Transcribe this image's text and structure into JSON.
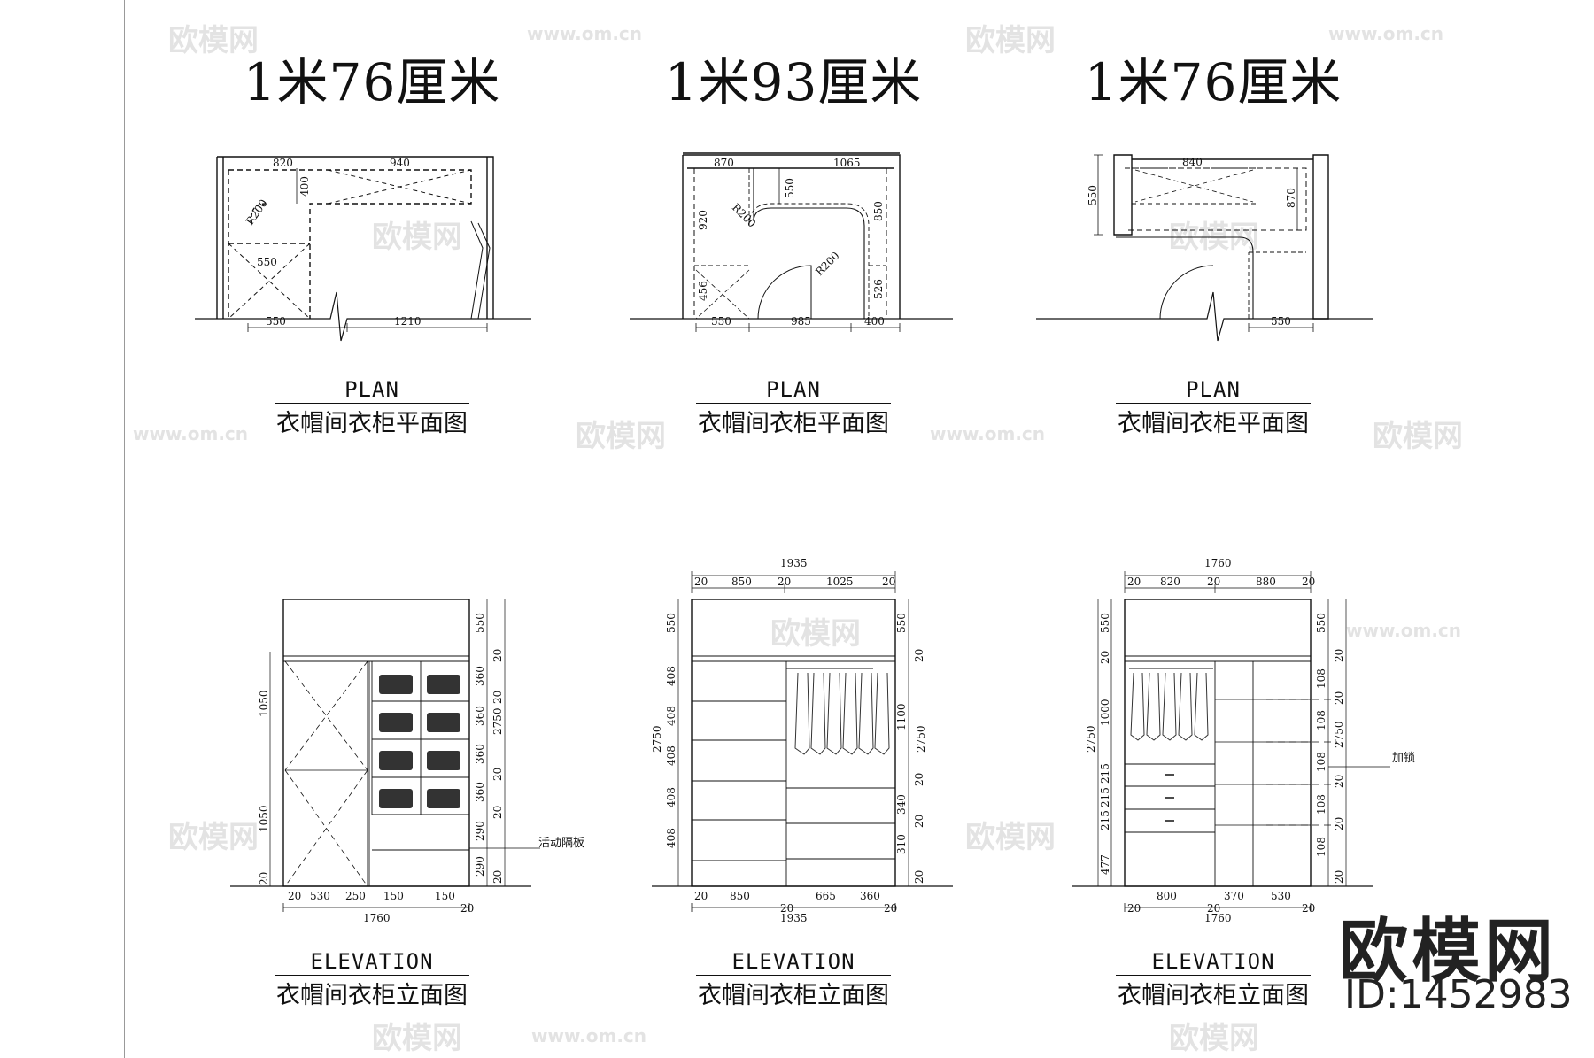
{
  "watermarks": {
    "brand": "欧模网",
    "url": "www.om.cn"
  },
  "brand_badge": {
    "name": "欧模网",
    "id_label": "ID:1452983"
  },
  "columns": [
    {
      "size_title": "1米76厘米",
      "plan_caption_en": "PLAN",
      "plan_caption_zh": "衣帽间衣柜平面图",
      "elevation_caption_en": "ELEVATION",
      "elevation_caption_zh": "衣帽间衣柜立面图",
      "plan_dims": {
        "top_left": "820",
        "top_right": "940",
        "depth": "400",
        "radius": "R200",
        "mid": "550",
        "bottom_left": "550",
        "bottom_right": "1210"
      },
      "elev_dims": {
        "bottom": [
          "20",
          "530",
          "250",
          "150",
          "150",
          "20"
        ],
        "total": "1760",
        "left": [
          "1050",
          "1050",
          "20"
        ],
        "right": [
          "550",
          "360",
          "360",
          "360",
          "360",
          "290",
          "290"
        ],
        "right_outer": [
          "20",
          "20",
          "20",
          "20",
          "20"
        ],
        "height": "2750",
        "note": "活动隔板"
      }
    },
    {
      "size_title": "1米93厘米",
      "plan_caption_en": "PLAN",
      "plan_caption_zh": "衣帽间衣柜平面图",
      "elevation_caption_en": "ELEVATION",
      "elevation_caption_zh": "衣帽间衣柜立面图",
      "plan_dims": {
        "top_left": "870",
        "top_right": "1065",
        "depth": "550",
        "left_depth": "920",
        "radius_l": "R200",
        "radius_r": "R200",
        "right_depth": "850",
        "left_low": "456",
        "right_low": "526",
        "bottom_left": "550",
        "bottom_mid": "985",
        "bottom_right": "400"
      },
      "elev_dims": {
        "top_total": "1935",
        "top": [
          "20",
          "850",
          "20",
          "1025",
          "20"
        ],
        "bottom": [
          "20",
          "850",
          "20",
          "665",
          "360",
          "20"
        ],
        "total": "1935",
        "left": [
          "550",
          "408",
          "408",
          "408",
          "408",
          "408"
        ],
        "left_height": "2750",
        "right": [
          "550",
          "1100",
          "340",
          "310"
        ],
        "right_outer": [
          "20",
          "20",
          "20",
          "20"
        ],
        "height": "2750"
      }
    },
    {
      "size_title": "1米76厘米",
      "plan_caption_en": "PLAN",
      "plan_caption_zh": "衣帽间衣柜平面图",
      "elevation_caption_en": "ELEVATION",
      "elevation_caption_zh": "衣帽间衣柜立面图",
      "plan_dims": {
        "top": "840",
        "left_depth": "550",
        "right_depth": "870",
        "bottom_right": "550"
      },
      "elev_dims": {
        "top_total": "1760",
        "top": [
          "20",
          "820",
          "20",
          "880",
          "20"
        ],
        "bottom": [
          "20",
          "800",
          "20",
          "370",
          "530",
          "20"
        ],
        "total": "1760",
        "left": [
          "550",
          "20",
          "1000",
          "215",
          "215",
          "215",
          "477"
        ],
        "left_height": "2750",
        "right": [
          "550",
          "108",
          "108",
          "108",
          "108",
          "108"
        ],
        "right_outer": [
          "20",
          "20",
          "20",
          "20",
          "20"
        ],
        "height": "2750",
        "note": "加锁"
      }
    }
  ]
}
